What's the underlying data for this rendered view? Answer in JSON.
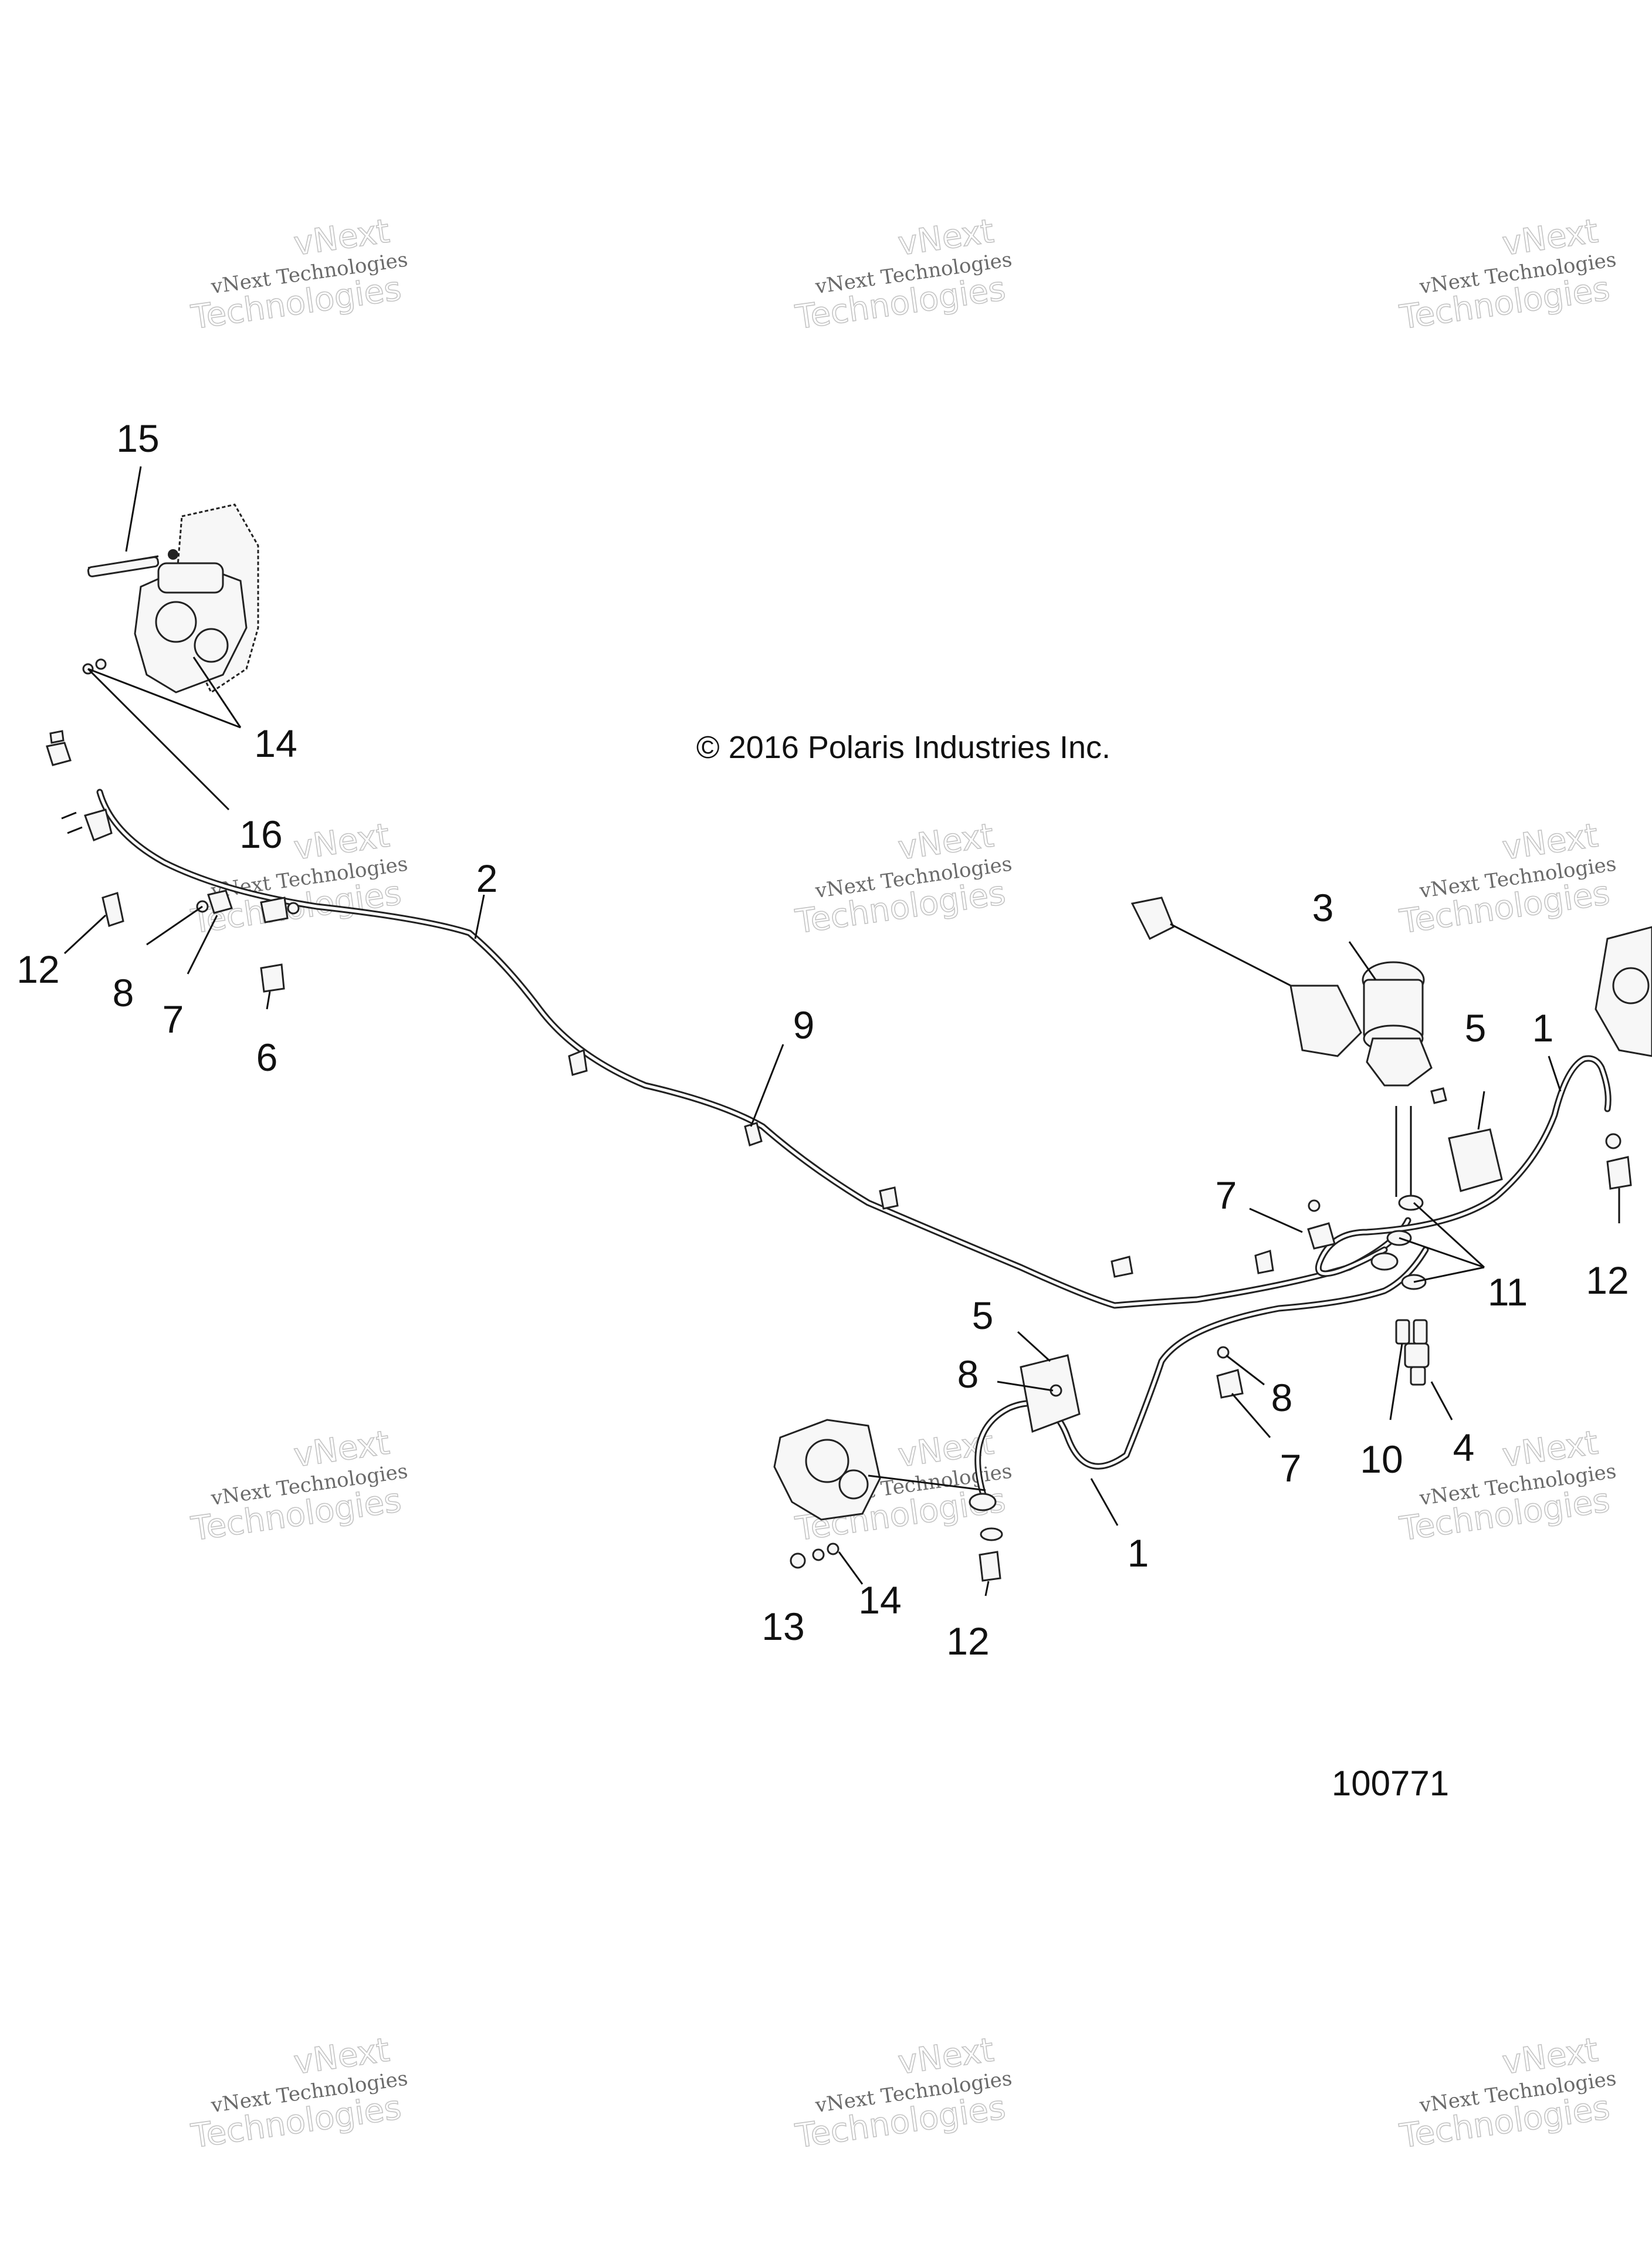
{
  "copyright": "© 2016 Polaris Industries Inc.",
  "diagram_number": "100771",
  "watermark": {
    "line1": "vNext Technologies",
    "line2": "vNext",
    "line3": "Technologies"
  },
  "callouts": {
    "c15": "15",
    "c14a": "14",
    "c16": "16",
    "c2": "2",
    "c12a": "12",
    "c8a": "8",
    "c7a": "7",
    "c6": "6",
    "c9": "9",
    "c3": "3",
    "c5a": "5",
    "c1a": "1",
    "c7b": "7",
    "c11": "11",
    "c12b": "12",
    "c5b": "5",
    "c8b": "8",
    "c8c": "8",
    "c7c": "7",
    "c10": "10",
    "c4": "4",
    "c1b": "1",
    "c13": "13",
    "c14b": "14",
    "c12c": "12"
  }
}
